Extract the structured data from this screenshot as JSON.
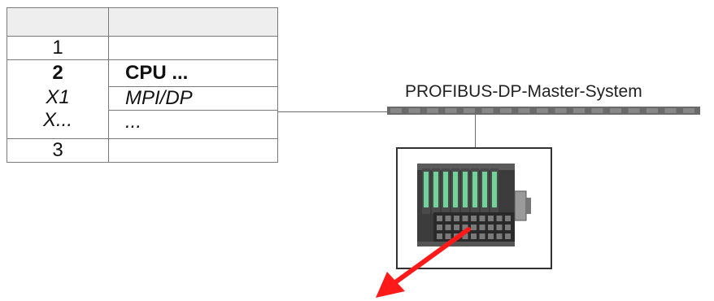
{
  "config_table": {
    "rows": [
      {
        "slot": "1",
        "module": ""
      },
      {
        "slot": "2",
        "module": "CPU ..."
      },
      {
        "slot": "X1",
        "module": "MPI/DP"
      },
      {
        "slot": "X...",
        "module": "..."
      },
      {
        "slot": "3",
        "module": ""
      }
    ]
  },
  "bus": {
    "label": "PROFIBUS-DP-Master-System"
  },
  "colors": {
    "bus_segment": "#888888",
    "module_green": "#6fd39a",
    "arrow": "#ff1a1a"
  }
}
